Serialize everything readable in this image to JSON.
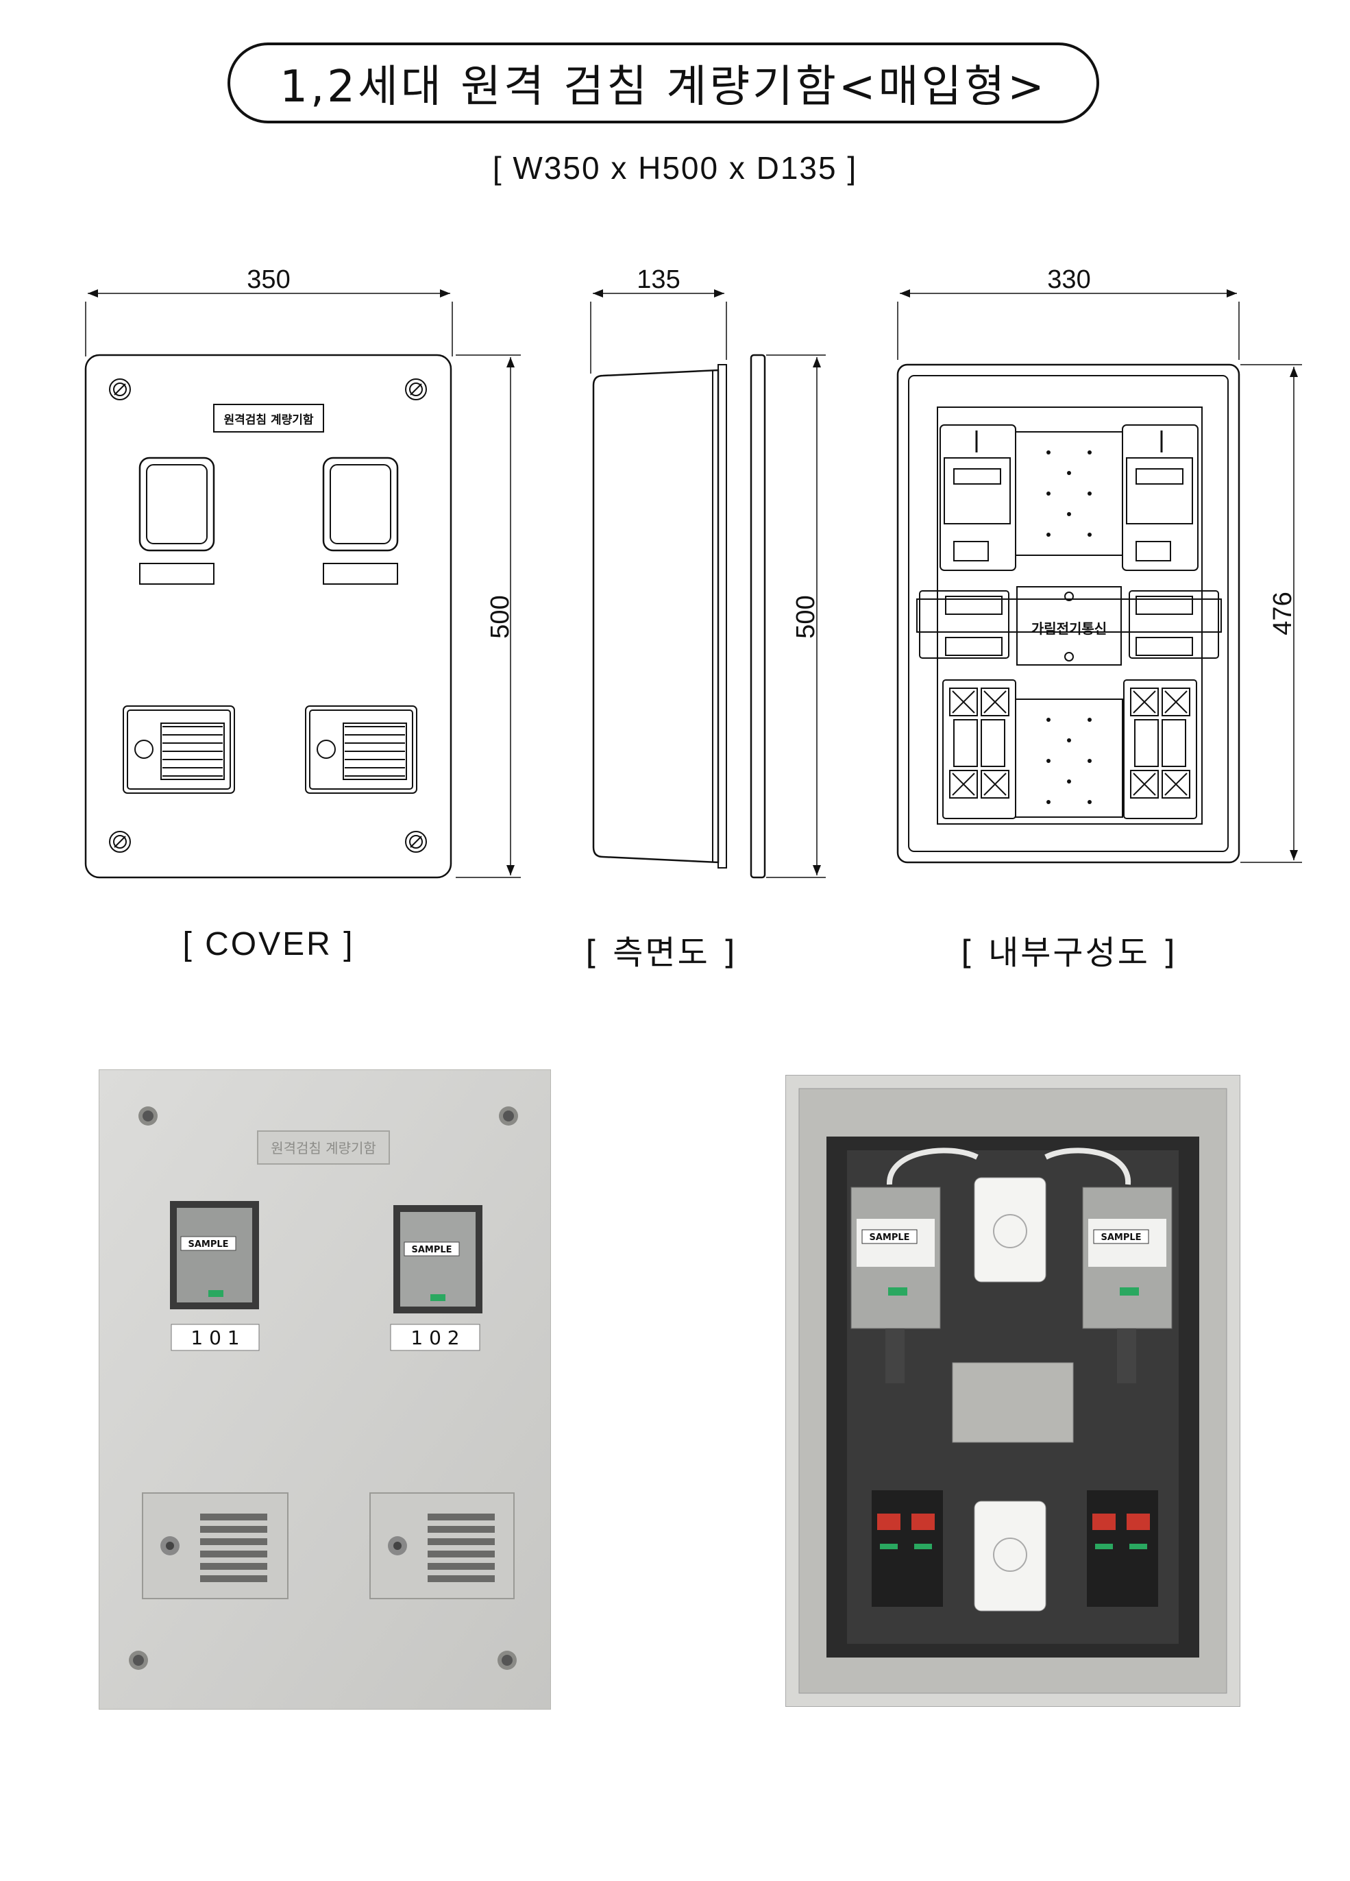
{
  "header": {
    "title": "1,2세대 원격 검침 계량기함<매입형>",
    "dimensions": "[ W350 x H500 x D135 ]"
  },
  "drawings": {
    "cover": {
      "width_label": "350",
      "height_label": "500",
      "nameplate": "원격검침 계량기함",
      "caption": "[ COVER ]"
    },
    "side": {
      "depth_label": "135",
      "height_label": "500",
      "caption": "[ 측면도 ]"
    },
    "interior": {
      "width_label": "330",
      "height_label": "476",
      "center_label": "가림전기통신",
      "caption": "[ 내부구성도 ]"
    }
  },
  "photos": {
    "front": {
      "nameplate": "원격검침 계량기함",
      "meter_label": "SAMPLE",
      "unit_left": "1 0 1",
      "unit_right": "1 0 2"
    },
    "inside": {
      "meter_label": "SAMPLE"
    }
  },
  "colors": {
    "line": "#111111",
    "cover_gray": "#d4d4d2",
    "panel_gray": "#c9c9c6",
    "dark": "#2a2a2a"
  }
}
